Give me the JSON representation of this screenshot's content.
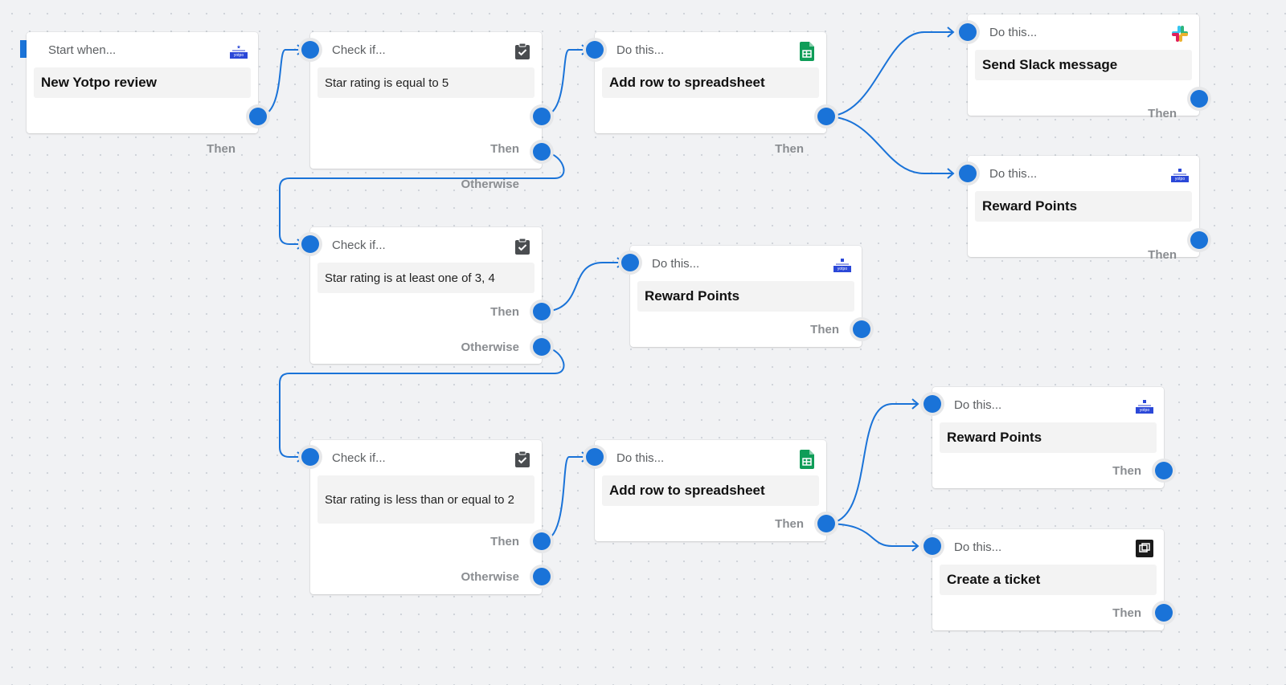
{
  "nodes": {
    "start": {
      "header": "Start when...",
      "body": "New Yotpo review",
      "then": "Then",
      "icon": "yotpo-reviews-icon"
    },
    "check1": {
      "header": "Check if...",
      "body": "Star rating is equal to 5",
      "then": "Then",
      "otherwise": "Otherwise",
      "icon": "clipboard-check-icon"
    },
    "sheet1": {
      "header": "Do this...",
      "body": "Add row to spreadsheet",
      "then": "Then",
      "icon": "google-sheets-icon"
    },
    "slack": {
      "header": "Do this...",
      "body": "Send Slack message",
      "then": "Then",
      "icon": "slack-icon"
    },
    "reward1": {
      "header": "Do this...",
      "body": "Reward Points",
      "then": "Then",
      "icon": "yotpo-loyalty-icon"
    },
    "check2": {
      "header": "Check if...",
      "body": "Star rating is at least one of 3, 4",
      "then": "Then",
      "otherwise": "Otherwise",
      "icon": "clipboard-check-icon"
    },
    "reward2": {
      "header": "Do this...",
      "body": "Reward Points",
      "then": "Then",
      "icon": "yotpo-loyalty-icon"
    },
    "check3": {
      "header": "Check if...",
      "body": "Star rating is less than or equal to 2",
      "then": "Then",
      "otherwise": "Otherwise",
      "icon": "clipboard-check-icon"
    },
    "sheet2": {
      "header": "Do this...",
      "body": "Add row to spreadsheet",
      "then": "Then",
      "icon": "google-sheets-icon"
    },
    "reward3": {
      "header": "Do this...",
      "body": "Reward Points",
      "then": "Then",
      "icon": "yotpo-loyalty-icon"
    },
    "ticket": {
      "header": "Do this...",
      "body": "Create a ticket",
      "then": "Then",
      "icon": "ticket-icon"
    }
  },
  "connections": [
    {
      "from": "start.then",
      "to": "check1"
    },
    {
      "from": "check1.then",
      "to": "sheet1"
    },
    {
      "from": "check1.otherwise",
      "to": "check2"
    },
    {
      "from": "sheet1.then",
      "to": "slack"
    },
    {
      "from": "sheet1.then",
      "to": "reward1"
    },
    {
      "from": "check2.then",
      "to": "reward2"
    },
    {
      "from": "check2.otherwise",
      "to": "check3"
    },
    {
      "from": "check3.then",
      "to": "sheet2"
    },
    {
      "from": "sheet2.then",
      "to": "reward3"
    },
    {
      "from": "sheet2.then",
      "to": "ticket"
    }
  ],
  "colors": {
    "accent": "#1a73d8",
    "canvas": "#f1f2f4",
    "sheets_green": "#0f9d58"
  }
}
